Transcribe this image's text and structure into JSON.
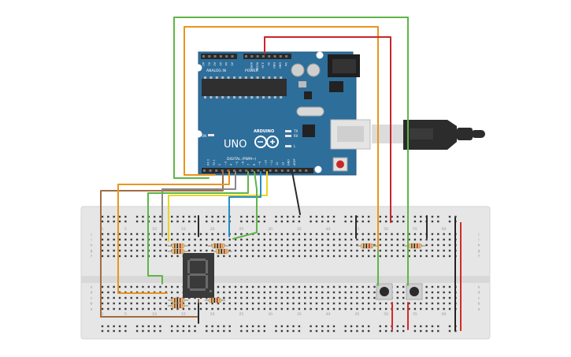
{
  "board": {
    "brand": "ARDUINO",
    "model": "UNO",
    "header_analog": "ANALOG IN",
    "header_power": "POWER",
    "header_digital": "DIGITAL (PWM~)",
    "on_label": "ON",
    "tx_label": "TX",
    "rx_label": "RX",
    "l_label": "L",
    "power_pins": [
      "IOREF",
      "RESET",
      "3.3V",
      "5V",
      "GND",
      "GND",
      "Vin"
    ],
    "analog_pins": [
      "A0",
      "A1",
      "A2",
      "A3",
      "A4",
      "A5"
    ],
    "digital_pins": [
      "AREF",
      "GND",
      "13",
      "12",
      "~11",
      "~10",
      "~9",
      "8",
      "7",
      "~6",
      "~5",
      "4",
      "~3",
      "2",
      "TX 1",
      "RX 0"
    ]
  },
  "breadboard": {
    "column_numbers": [
      "1",
      "5",
      "10",
      "15",
      "20",
      "25",
      "30",
      "35",
      "40",
      "45",
      "50",
      "55",
      "60"
    ],
    "row_letters_top": [
      "j",
      "i",
      "h",
      "g",
      "f"
    ],
    "row_letters_bottom": [
      "e",
      "d",
      "c",
      "b",
      "a"
    ]
  },
  "display": {
    "digit": "8"
  },
  "colors": {
    "board": "#2d6c9a",
    "breadboard": "#e4e4e4",
    "wire_green": "#5fb548",
    "wire_orange": "#e8951f",
    "wire_red": "#c8262b",
    "wire_brown": "#a06d42",
    "wire_yellow": "#e8d51f",
    "wire_blue": "#1f8ec8",
    "wire_black": "#2a2a2a",
    "rail_red": "#d22a2a",
    "rail_black": "#222222"
  }
}
